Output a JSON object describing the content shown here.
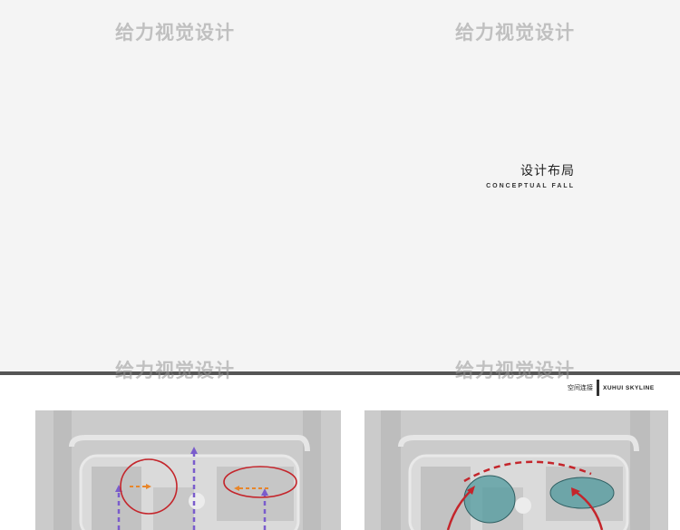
{
  "watermarks": [
    "给力视觉设计",
    "给力视觉设计",
    "给力视觉设计",
    "给力视觉设计"
  ],
  "title": {
    "cn": "设计布局",
    "en": "CONCEPTUAL FALL"
  },
  "caption": {
    "cn": "空间连接",
    "en": "XUHUI SKYLINE"
  },
  "colors": {
    "background": "#f4f4f4",
    "rule": "#555555",
    "circle_red": "#c4252b",
    "arrow_orange": "#e8862a",
    "arrow_purple": "#7a5ccc",
    "fill_teal": "#4f9a9e"
  }
}
